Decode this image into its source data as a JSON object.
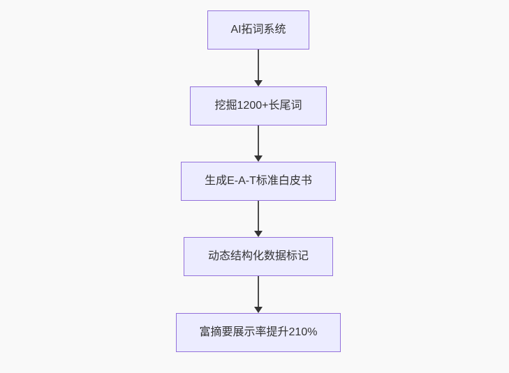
{
  "diagram": {
    "type": "flowchart",
    "direction": "top-down",
    "nodes": [
      {
        "id": "step-1",
        "label": "AI拓词系统"
      },
      {
        "id": "step-2",
        "label": "挖掘1200+长尾词"
      },
      {
        "id": "step-3",
        "label": "生成E-A-T标准白皮书"
      },
      {
        "id": "step-4",
        "label": "动态结构化数据标记"
      },
      {
        "id": "step-5",
        "label": "富摘要展示率提升210%"
      }
    ],
    "edges": [
      {
        "from": "step-1",
        "to": "step-2"
      },
      {
        "from": "step-2",
        "to": "step-3"
      },
      {
        "from": "step-3",
        "to": "step-4"
      },
      {
        "from": "step-4",
        "to": "step-5"
      }
    ],
    "colors": {
      "node_fill": "#ECECFF",
      "node_border": "#9370DB",
      "arrow_line": "#4b4b4b",
      "arrow_head": "#333333",
      "text": "#333333",
      "background": "#f9f9f9"
    }
  }
}
